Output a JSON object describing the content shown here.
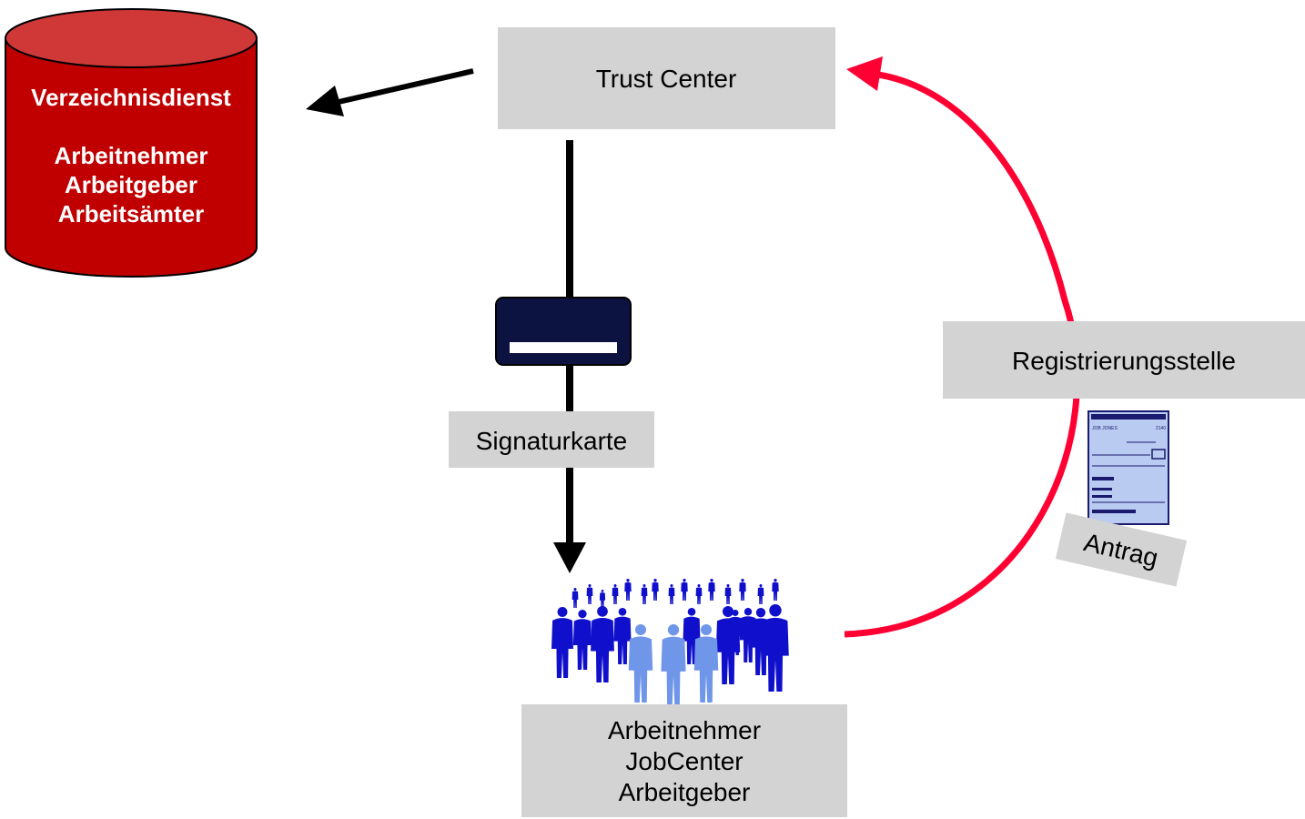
{
  "colors": {
    "box_fill": "#d3d3d3",
    "db_fill": "#c00000",
    "db_top": "#d03838",
    "arrow_red": "#ff0033",
    "arrow_black": "#000000",
    "card_fill": "#0d1340",
    "people_dark": "#1010cc",
    "people_light": "#6f96e8",
    "form_fill": "#b9cbf0"
  },
  "icons": {
    "database": "cylinder-database-icon",
    "card": "smart-card-icon",
    "people": "crowd-of-people-icon",
    "form": "application-form-icon"
  },
  "database": {
    "title": "Verzeichnisdienst",
    "lines": [
      "Arbeitnehmer",
      "Arbeitgeber",
      "Arbeitsämter"
    ]
  },
  "trust_center": {
    "label": "Trust Center"
  },
  "registration": {
    "label": "Registrierungsstelle"
  },
  "signature_card": {
    "label": "Signaturkarte"
  },
  "application": {
    "label": "Antrag"
  },
  "participants": {
    "lines": [
      "Arbeitnehmer",
      "JobCenter",
      "Arbeitgeber"
    ]
  }
}
